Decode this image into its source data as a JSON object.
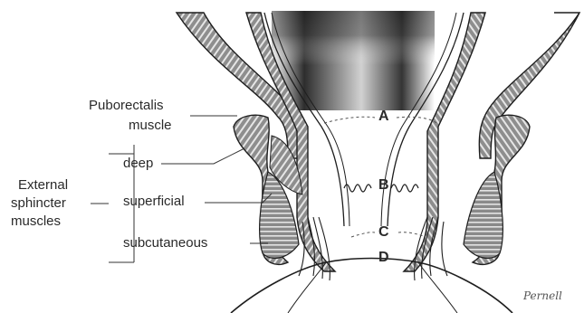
{
  "labels": {
    "puborectalis_line1": "Puborectalis",
    "puborectalis_line2": "muscle",
    "external_line1": "External",
    "external_line2": "sphincter",
    "external_line3": "muscles",
    "deep": "deep",
    "superficial": "superficial",
    "subcutaneous": "subcutaneous"
  },
  "levels": {
    "a": "A",
    "b": "B",
    "c": "C",
    "d": "D"
  },
  "signature": "Pernell",
  "colors": {
    "muscle_fill": "#9a9a9a",
    "muscle_stripe": "#e8e8e8",
    "lumen_dark": "#2b2b2b",
    "outline": "#1e1e1e",
    "text": "#2a2a2a"
  }
}
